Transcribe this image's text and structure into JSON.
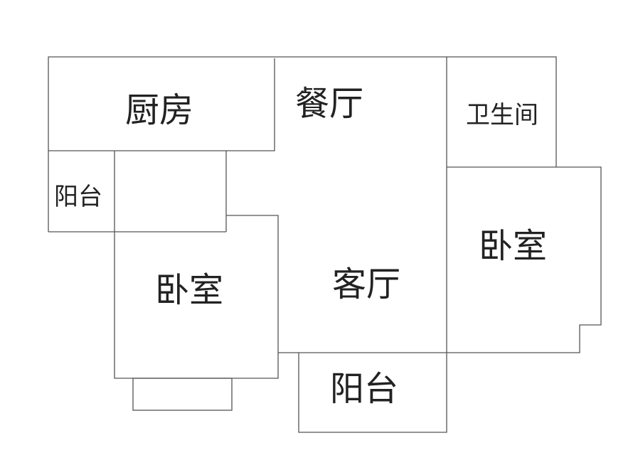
{
  "floorplan": {
    "rooms": {
      "kitchen": "厨房",
      "dining": "餐厅",
      "bathroom": "卫生间",
      "balcony_left": "阳台",
      "bedroom_left": "卧室",
      "living": "客厅",
      "bedroom_right": "卧室",
      "balcony_bottom": "阳台"
    },
    "line_color": "#555555"
  }
}
